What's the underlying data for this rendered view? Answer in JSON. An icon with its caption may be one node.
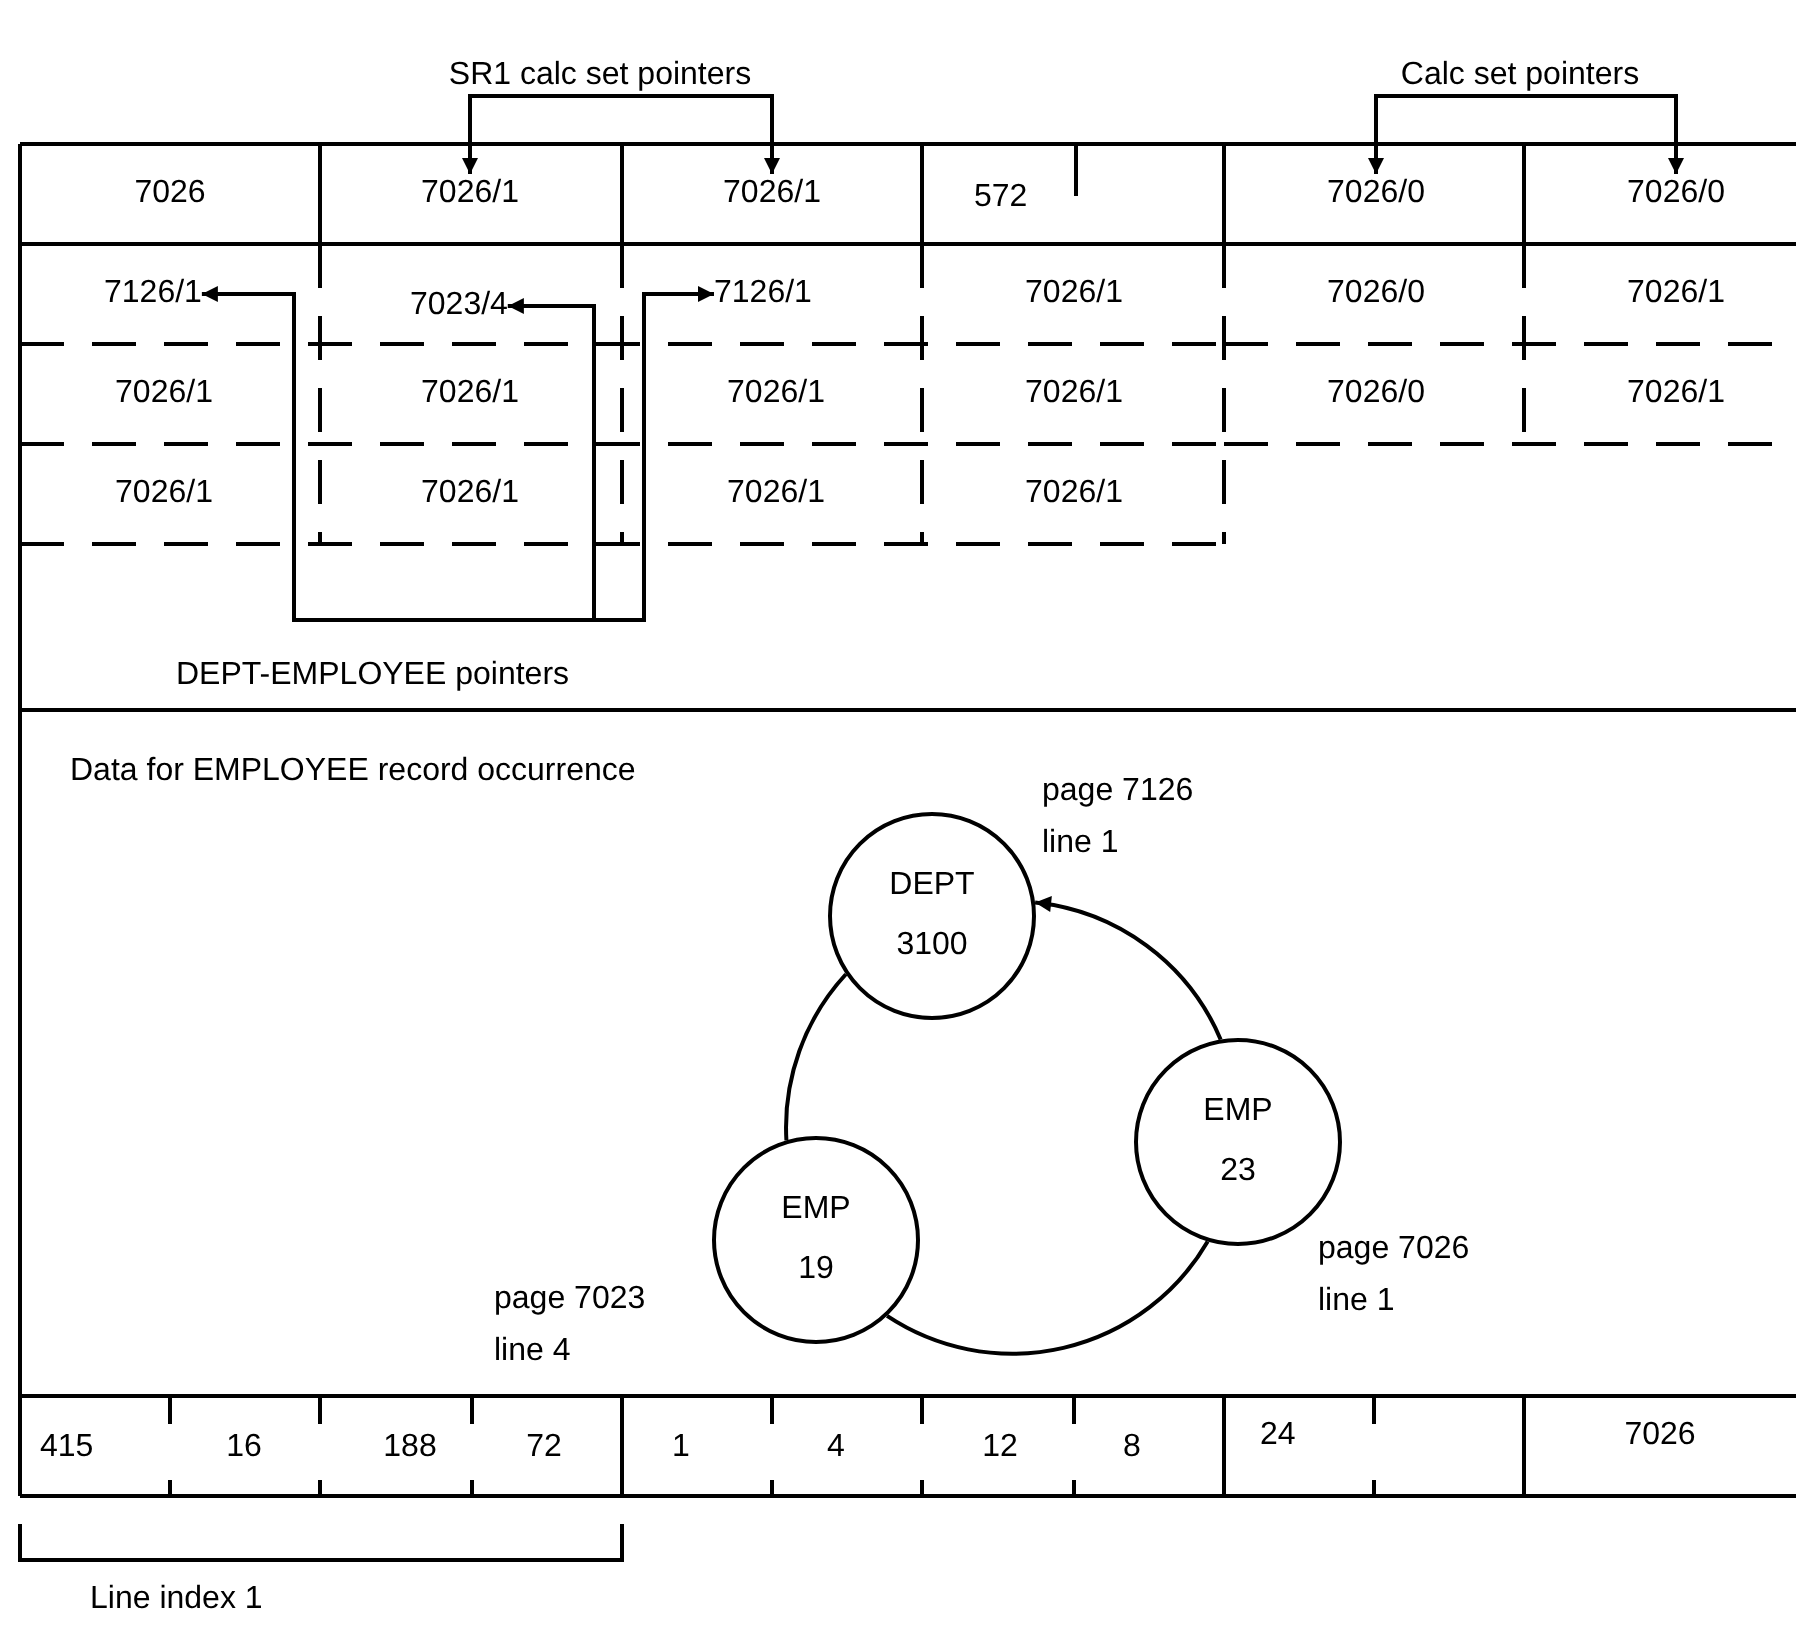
{
  "diagram": {
    "nodes": [
      {
        "text": [
          "7026"
        ]
      },
      {
        "text": [
          "7026/1"
        ]
      },
      {
        "text": [
          "7026/1"
        ]
      },
      {
        "text": [
          "572"
        ]
      },
      {
        "text": [
          "7026/0"
        ]
      },
      {
        "text": [
          "7026/0"
        ]
      },
      {
        "text": [
          "7126/1"
        ]
      },
      {
        "text": [
          "7023/4"
        ]
      },
      {
        "text": [
          "7126/1"
        ]
      },
      {
        "text": [
          "7026/1"
        ]
      },
      {
        "text": [
          "7026/0"
        ]
      },
      {
        "text": [
          "7026/1"
        ]
      },
      {
        "text": [
          "7026/1"
        ]
      },
      {
        "text": [
          "7026/1"
        ]
      },
      {
        "text": [
          "7026/1"
        ]
      },
      {
        "text": [
          "7026/1"
        ]
      },
      {
        "text": [
          "7026/0"
        ]
      },
      {
        "text": [
          "7026/1"
        ]
      },
      {
        "text": [
          "7026/1"
        ]
      },
      {
        "text": [
          "7026/1"
        ]
      },
      {
        "text": [
          "7026/1"
        ]
      },
      {
        "text": [
          "7026/1"
        ]
      },
      {
        "text": [
          "DEPT 3100"
        ],
        "beside": [
          "page 7126 line 1"
        ]
      },
      {
        "text": [
          "EMP 23"
        ],
        "beside": [
          "page 7026 line 1"
        ]
      },
      {
        "text": [
          "EMP 19"
        ],
        "beside": [
          "page 7023 line 4"
        ]
      },
      {
        "text": [
          "415"
        ]
      },
      {
        "text": [
          "16"
        ]
      },
      {
        "text": [
          "188"
        ]
      },
      {
        "text": [
          "72"
        ]
      },
      {
        "text": [
          "1"
        ]
      },
      {
        "text": [
          "4"
        ]
      },
      {
        "text": [
          "12"
        ]
      },
      {
        "text": [
          "8"
        ]
      },
      {
        "text": [
          "24"
        ]
      },
      {
        "text": [
          "7026"
        ]
      }
    ],
    "edges": [
      {
        "from": 1,
        "to": 2,
        "arrow": "both"
      },
      {
        "from": 4,
        "to": 5,
        "arrow": "both"
      },
      {
        "from": 6,
        "to": 7,
        "arrow": "both"
      },
      {
        "from": 7,
        "to": 8,
        "arrow": "to"
      },
      {
        "from": 22,
        "to": 24,
        "arrow": "none"
      },
      {
        "from": 24,
        "to": 23,
        "arrow": "none"
      },
      {
        "from": 23,
        "to": 22,
        "arrow": "to"
      }
    ],
    "labels": [
      "SR1 calc set pointers",
      "Calc set pointers",
      "DEPT-EMPLOYEE pointers",
      "Data for EMPLOYEE record occurrence",
      "Line index 1"
    ]
  }
}
